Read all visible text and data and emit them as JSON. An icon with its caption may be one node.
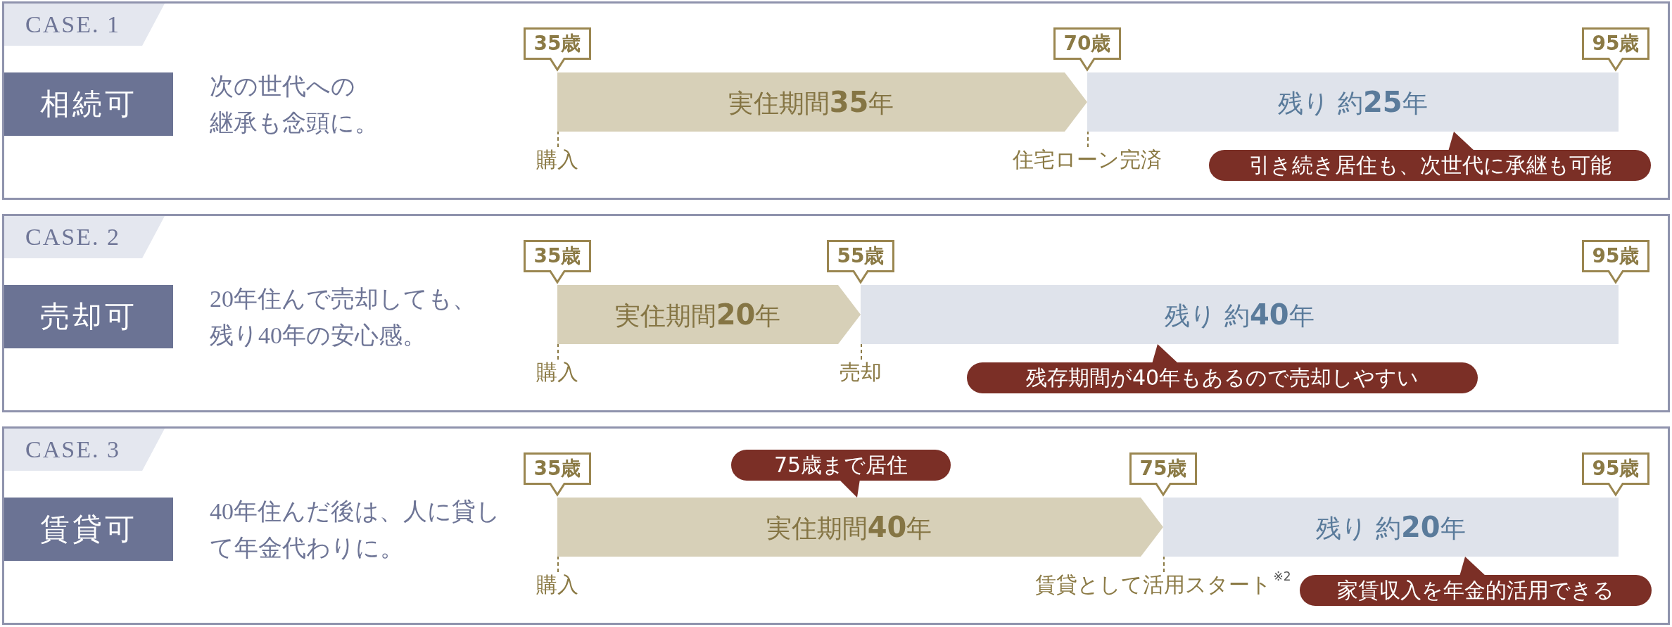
{
  "diagram": {
    "nodes": [
      {
        "text": [
          "CASE. 1",
          "次の世代への継承も念頭に。"
        ]
      },
      {
        "text": [
          "相続可"
        ],
        "in": 0
      },
      {
        "text": [
          "35歳"
        ],
        "in": 0
      },
      {
        "text": [
          "70歳"
        ],
        "in": 0
      },
      {
        "text": [
          "95歳"
        ],
        "in": 0
      },
      {
        "text": [
          "実住期間**35**年"
        ],
        "in": 0
      },
      {
        "text": [
          "残り 約**25**年"
        ],
        "in": 0
      },
      {
        "text": [
          "購入"
        ],
        "in": 0
      },
      {
        "text": [
          "住宅ローン完済"
        ],
        "in": 0
      },
      {
        "text": [
          "引き続き居住も、次世代に承継も可能"
        ],
        "in": 0
      },
      {
        "text": [
          "CASE. 2",
          "20年住んで売却しても、残り40年の安心感。"
        ]
      },
      {
        "text": [
          "売却可"
        ],
        "in": 10
      },
      {
        "text": [
          "35歳"
        ],
        "in": 10
      },
      {
        "text": [
          "55歳"
        ],
        "in": 10
      },
      {
        "text": [
          "95歳"
        ],
        "in": 10
      },
      {
        "text": [
          "実住期間**20**年"
        ],
        "in": 10
      },
      {
        "text": [
          "残り 約**40**年"
        ],
        "in": 10
      },
      {
        "text": [
          "購入"
        ],
        "in": 10
      },
      {
        "text": [
          "売却"
        ],
        "in": 10
      },
      {
        "text": [
          "残存期間が40年もあるので売却しやすい"
        ],
        "in": 10
      },
      {
        "text": [
          "CASE. 3",
          "40年住んだ後は、人に貸して年金代わりに。"
        ]
      },
      {
        "text": [
          "賃貸可"
        ],
        "in": 20
      },
      {
        "text": [
          "75歳まで居住"
        ],
        "in": 20
      },
      {
        "text": [
          "35歳"
        ],
        "in": 20
      },
      {
        "text": [
          "75歳"
        ],
        "in": 20
      },
      {
        "text": [
          "95歳"
        ],
        "in": 20
      },
      {
        "text": [
          "実住期間**40**年"
        ],
        "in": 20
      },
      {
        "text": [
          "残り 約**20**年"
        ],
        "in": 20
      },
      {
        "text": [
          "購入"
        ],
        "in": 20
      },
      {
        "text": [
          "賃貸として活用スタート$^{※2}$"
        ],
        "in": 20
      },
      {
        "text": [
          "家賃収入を年金的活用できる"
        ],
        "in": 20
      }
    ],
    "edges": [
      {
        "from": 7,
        "to": 5,
        "arrow": "none",
        "style": "dashed"
      },
      {
        "from": 8,
        "to": 6,
        "arrow": "none",
        "style": "dashed"
      },
      {
        "from": 17,
        "to": 15,
        "arrow": "none",
        "style": "dashed"
      },
      {
        "from": 18,
        "to": 16,
        "arrow": "none",
        "style": "dashed"
      },
      {
        "from": 28,
        "to": 26,
        "arrow": "none",
        "style": "dashed"
      },
      {
        "from": 29,
        "to": 27,
        "arrow": "none",
        "style": "dashed"
      }
    ]
  }
}
